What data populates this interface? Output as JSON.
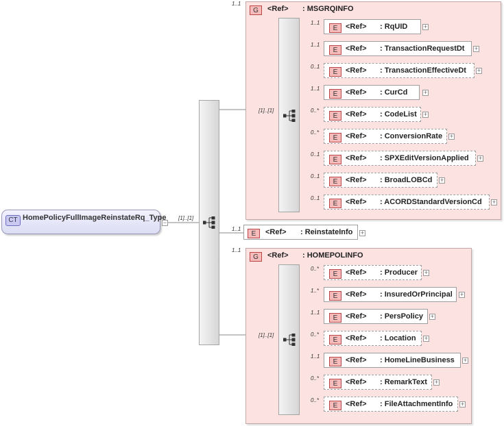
{
  "complex_type": {
    "badge": "CT",
    "name": "HomePolicyFullImageReinstateRq_Type"
  },
  "root_sequence": {
    "cardinality": "[1]..[1]"
  },
  "groups": {
    "msgrq": {
      "badge": "G",
      "ref": "<Ref>",
      "name": ": MSGRQINFO",
      "cardinality": "1..1",
      "sequence_cardinality": "[1]..[1]",
      "elements": [
        {
          "card": "1..1",
          "badge": "E",
          "ref": "<Ref>",
          "name": ": RqUID"
        },
        {
          "card": "1..1",
          "badge": "E",
          "ref": "<Ref>",
          "name": ": TransactionRequestDt"
        },
        {
          "card": "0..1",
          "badge": "E",
          "ref": "<Ref>",
          "name": ": TransactionEffectiveDt"
        },
        {
          "card": "1..1",
          "badge": "E",
          "ref": "<Ref>",
          "name": ": CurCd"
        },
        {
          "card": "0..*",
          "badge": "E",
          "ref": "<Ref>",
          "name": ": CodeList"
        },
        {
          "card": "0..*",
          "badge": "E",
          "ref": "<Ref>",
          "name": ": ConversionRate"
        },
        {
          "card": "0..1",
          "badge": "E",
          "ref": "<Ref>",
          "name": ": SPXEditVersionApplied"
        },
        {
          "card": "0..1",
          "badge": "E",
          "ref": "<Ref>",
          "name": ": BroadLOBCd"
        },
        {
          "card": "0..1",
          "badge": "E",
          "ref": "<Ref>",
          "name": ": ACORDStandardVersionCd"
        }
      ]
    },
    "reinstate": {
      "card": "1..1",
      "badge": "E",
      "ref": "<Ref>",
      "name": ": ReinstateInfo"
    },
    "homepol": {
      "badge": "G",
      "ref": "<Ref>",
      "name": ": HOMEPOLINFO",
      "cardinality": "1..1",
      "sequence_cardinality": "[1]..[1]",
      "elements": [
        {
          "card": "0..*",
          "badge": "E",
          "ref": "<Ref>",
          "name": ": Producer"
        },
        {
          "card": "1..*",
          "badge": "E",
          "ref": "<Ref>",
          "name": ": InsuredOrPrincipal"
        },
        {
          "card": "1..1",
          "badge": "E",
          "ref": "<Ref>",
          "name": ": PersPolicy"
        },
        {
          "card": "0..*",
          "badge": "E",
          "ref": "<Ref>",
          "name": ": Location"
        },
        {
          "card": "1..1",
          "badge": "E",
          "ref": "<Ref>",
          "name": ": HomeLineBusiness"
        },
        {
          "card": "0..*",
          "badge": "E",
          "ref": "<Ref>",
          "name": ": RemarkText"
        },
        {
          "card": "0..*",
          "badge": "E",
          "ref": "<Ref>",
          "name": ": FileAttachmentInfo"
        }
      ]
    }
  },
  "expand_symbol": "+",
  "collapse_symbol": "−",
  "colors": {
    "group_fill": "#fde2e2",
    "element_badge": "#f6bcbc",
    "ct_fill": "#dcdcf4"
  }
}
